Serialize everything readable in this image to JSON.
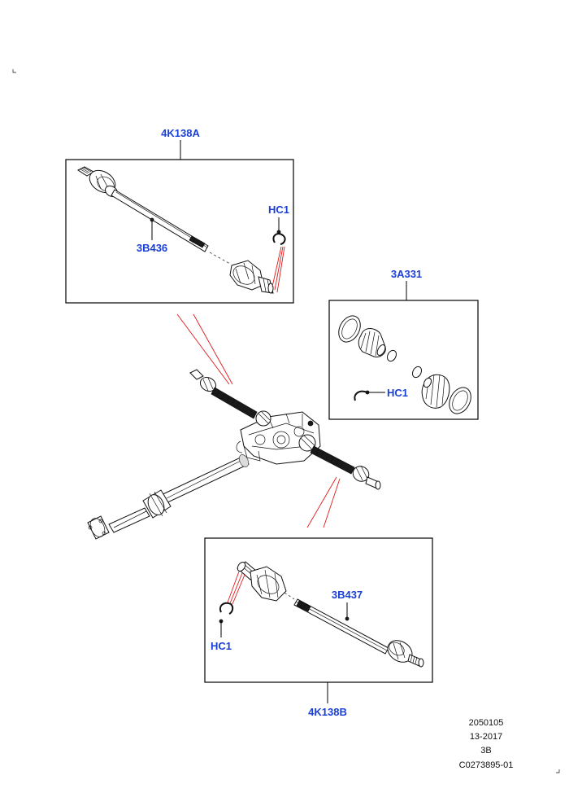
{
  "labels": {
    "kit_upper": "4K138A",
    "shaft_upper": "3B436",
    "clip_upper": "HC1",
    "boot_kit": "3A331",
    "clip_kit": "HC1",
    "shaft_lower": "3B437",
    "clip_lower": "HC1",
    "kit_lower": "4K138B"
  },
  "reference": {
    "line1": "2050105",
    "line2": "13-2017",
    "line3": "3B",
    "line4": "C0273895-01"
  },
  "colors": {
    "callout": "#1a3fd6",
    "indicator_lines": "#e01a1a"
  }
}
